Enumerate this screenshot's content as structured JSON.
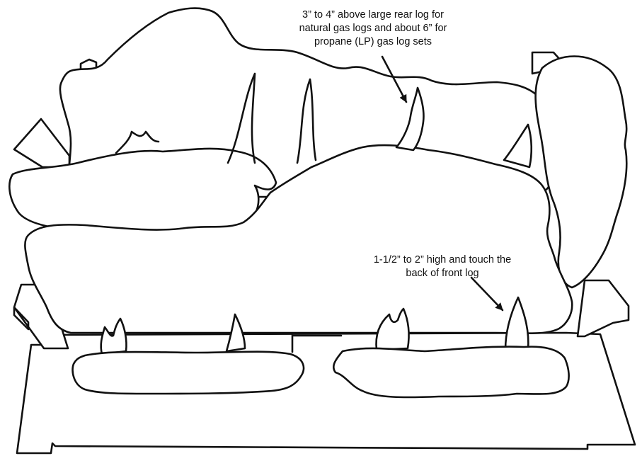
{
  "diagram": {
    "annotations": {
      "top_flame": {
        "lines": [
          "3” to 4” above large rear log for",
          "natural gas logs and about 6” for",
          "propane (LP) gas log sets"
        ]
      },
      "front_flame": {
        "lines": [
          "1-1/2” to 2” high and touch the",
          "back of front log"
        ]
      }
    },
    "colors": {
      "line": "#111111",
      "background": "#ffffff"
    }
  }
}
